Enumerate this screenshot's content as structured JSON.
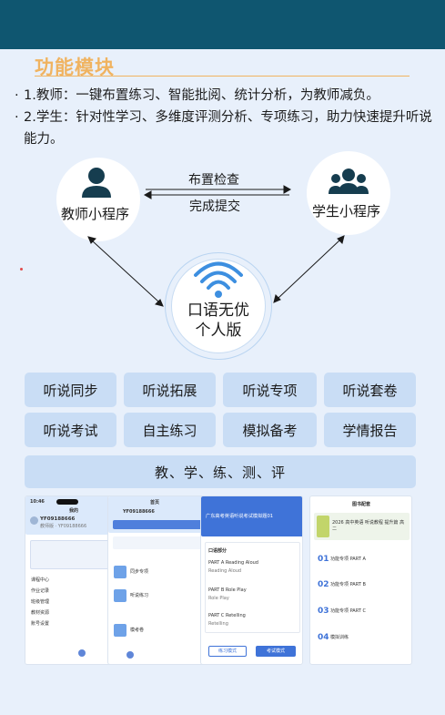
{
  "section": {
    "title": "功能模块",
    "bullets": [
      "1.教师：一键布置练习、智能批阅、统计分析，为教师减负。",
      "2.学生：针对性学习、多维度评测分析、专项练习，助力快速提升听说能力。"
    ]
  },
  "diagram": {
    "teacher_label": "教师小程序",
    "student_label": "学生小程序",
    "center_label_line1": "口语无优",
    "center_label_line2": "个人版",
    "arrow_top_label": "布置检查",
    "arrow_bottom_label": "完成提交"
  },
  "features": [
    "听说同步",
    "听说拓展",
    "听说专项",
    "听说套卷",
    "听说考试",
    "自主练习",
    "模拟备考",
    "学情报告"
  ],
  "banner": "教、学、练、测、评",
  "screens": {
    "s1": {
      "time": "10:46",
      "title": "我的",
      "phone": "YF09188666",
      "sub": "教师版 · YF09188666",
      "rows": [
        "课程中心",
        "作业记录",
        "班级管理",
        "教材资源",
        "账号设置"
      ]
    },
    "s2": {
      "title": "首页",
      "phone": "YF09188666",
      "items": [
        "同步专项",
        "听说练习",
        "模考卷"
      ]
    },
    "s3": {
      "title": "广东高考英语听说考试模拟题01",
      "section": "口语部分",
      "parts": [
        "PART A Reading Aloud",
        "PART B Role Play",
        "PART C Retelling"
      ],
      "subs": [
        "Reading Aloud",
        "Role Play",
        "Retelling"
      ],
      "btn_left": "练习模式",
      "btn_right": "考试模式"
    },
    "s4": {
      "title": "图书配套",
      "book": "2026 高中英语 听说教程 提升篇 高二",
      "nums": [
        "01",
        "02",
        "03",
        "04"
      ],
      "items": [
        "功能专项 PART A",
        "功能专项 PART B",
        "功能专项 PART C",
        "模拟训练"
      ]
    }
  },
  "colors": {
    "topbar": "#0f5670",
    "title": "#f0b360",
    "feature_bg": "#c9ddf5",
    "icon": "#163d4f",
    "wifi_blue": "#3d8fe0"
  }
}
